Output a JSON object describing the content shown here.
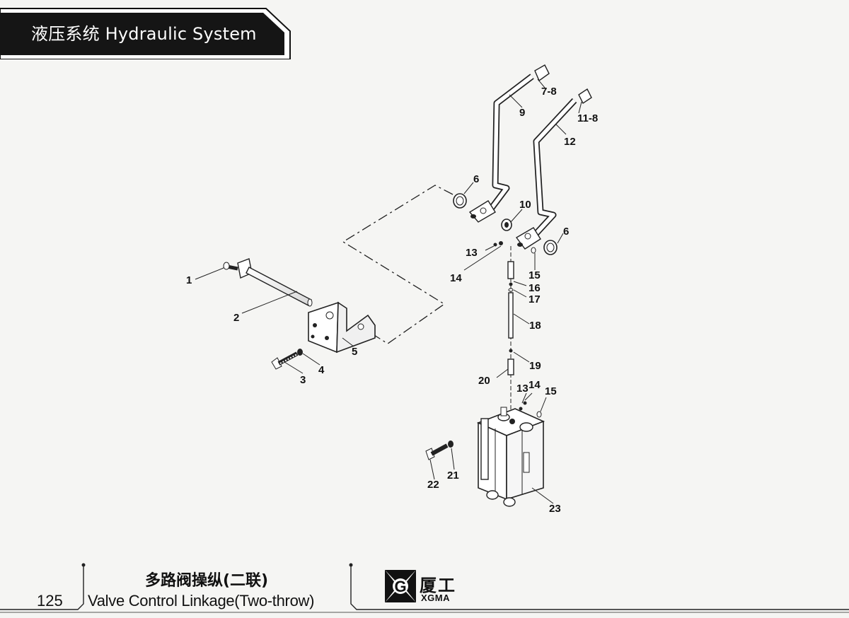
{
  "header": {
    "title": "液压系统 Hydraulic System"
  },
  "footer": {
    "page_number": "125",
    "title_cn": "多路阀操纵(二联)",
    "title_en": "Valve Control Linkage(Two-throw)",
    "brand_cn": "厦工",
    "brand_en": "XGMA",
    "logo_letter": "G"
  },
  "callouts": [
    "1",
    "2",
    "3",
    "4",
    "5",
    "6",
    "7-8",
    "9",
    "10",
    "6",
    "11-8",
    "12",
    "13",
    "14",
    "15",
    "16",
    "17",
    "18",
    "19",
    "20",
    "13",
    "14",
    "15",
    "21",
    "22",
    "23"
  ]
}
